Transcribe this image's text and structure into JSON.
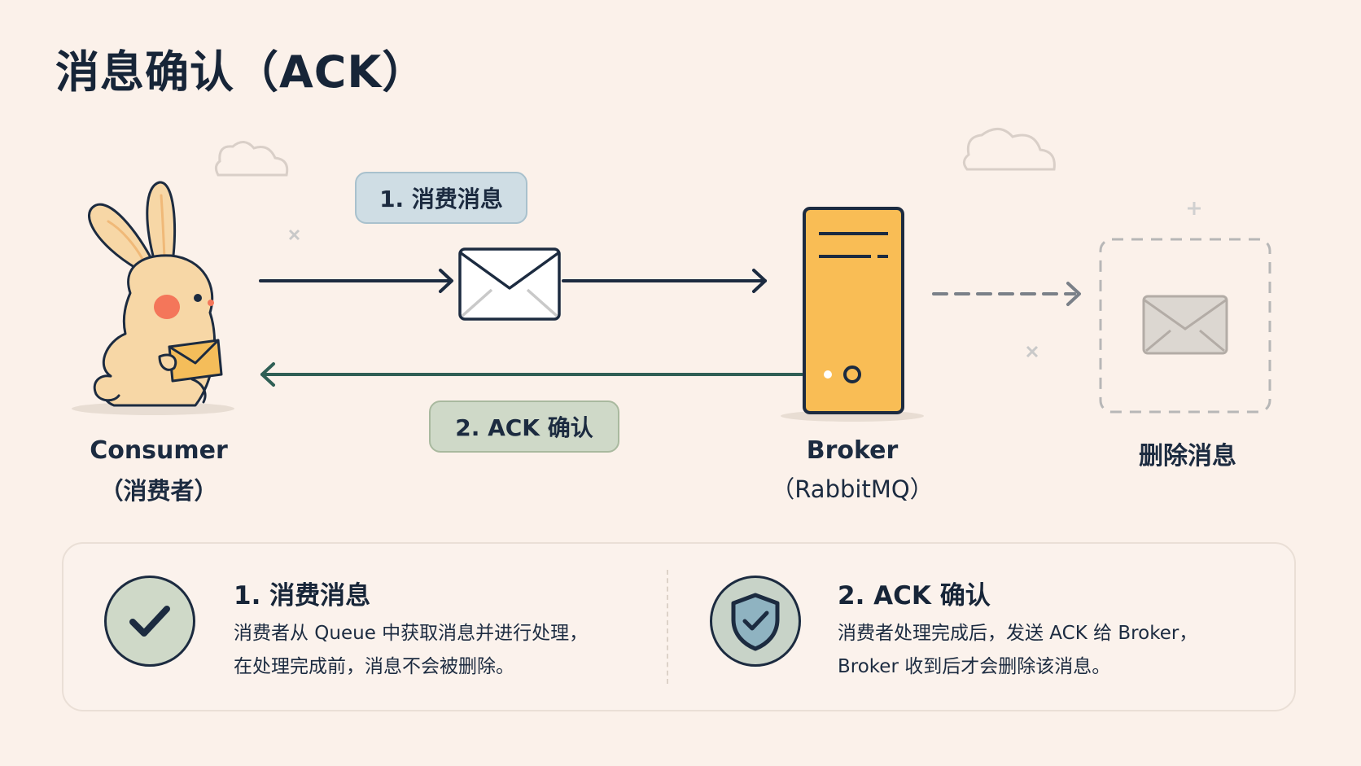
{
  "title": "消息确认（ACK）",
  "flow": {
    "consume_label": "1. 消费消息",
    "ack_label": "2. ACK 确认"
  },
  "nodes": {
    "consumer": {
      "name": "Consumer",
      "sub": "（消费者）"
    },
    "broker": {
      "name": "Broker",
      "sub": "（RabbitMQ）"
    },
    "deleted": {
      "name": "删除消息"
    }
  },
  "steps": [
    {
      "title": "1.  消费消息",
      "lines": [
        "消费者从 Queue 中获取消息并进行处理，",
        "在处理完成前，消息不会被删除。"
      ],
      "icon": "check-icon"
    },
    {
      "title": "2.  ACK 确认",
      "lines": [
        "消费者处理完成后，发送 ACK 给 Broker，",
        "Broker 收到后才会删除该消息。"
      ],
      "icon": "shield-check-icon"
    }
  ],
  "colors": {
    "background": "#fbf1ea",
    "ink": "#1c2b40",
    "broker": "#f9bd55",
    "ack_arrow": "#2f5f55",
    "consume_pill": "#cfdde4",
    "ack_pill": "#cfd9c8"
  }
}
